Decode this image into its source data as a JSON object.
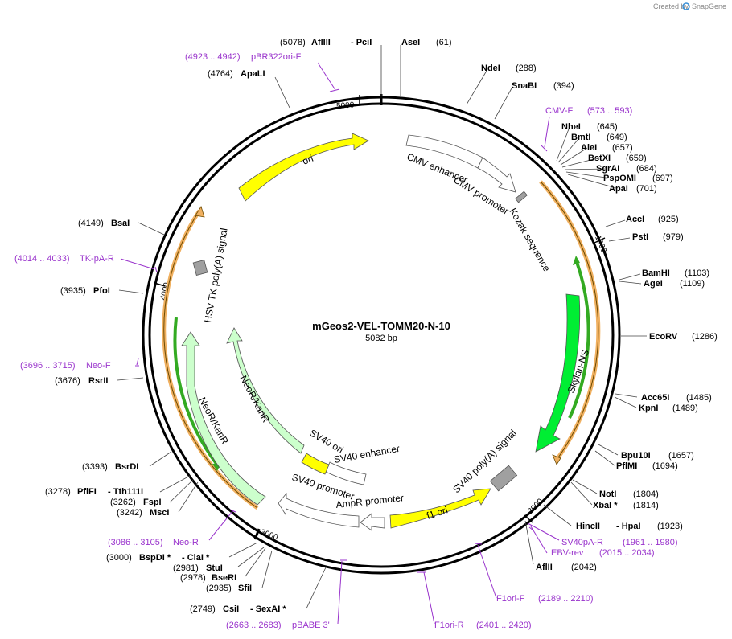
{
  "brand": {
    "prefix": "Created by",
    "name": "SnapGene"
  },
  "plasmid": {
    "name": "mGeos2-VEL-TOMM20-N-10",
    "size_label": "5082 bp"
  },
  "length": 5082,
  "ticks": [
    "1000",
    "2000",
    "3000",
    "4000",
    "5000"
  ],
  "colors": {
    "promoter": "#ffffff",
    "origin": "#ffff00",
    "cds_green": "#00ee33",
    "cds_light": "#ccffcc",
    "polya": "#a0a0a0",
    "orange": "#f0b060",
    "primer": "#9933cc"
  },
  "features": [
    {
      "name": "ori",
      "kind": "origin"
    },
    {
      "name": "CMV enhancer",
      "kind": "promoter"
    },
    {
      "name": "CMV promoter",
      "kind": "promoter"
    },
    {
      "name": "Kozak sequence",
      "kind": "polya"
    },
    {
      "name": "Skylan-NS",
      "kind": "cds_green"
    },
    {
      "name": "SV40 poly(A) signal",
      "kind": "polya"
    },
    {
      "name": "f1 ori",
      "kind": "origin"
    },
    {
      "name": "AmpR promoter",
      "kind": "promoter"
    },
    {
      "name": "SV40 promoter",
      "kind": "promoter"
    },
    {
      "name": "SV40 enhancer",
      "kind": "promoter"
    },
    {
      "name": "SV40 ori",
      "kind": "origin"
    },
    {
      "name": "NeoR/KanR",
      "kind": "cds_light"
    },
    {
      "name": "NeoR/KanR",
      "kind": "cds_light"
    },
    {
      "name": "HSV TK poly(A) signal",
      "kind": "polya"
    }
  ],
  "sites": [
    {
      "name": "AflIII",
      "pos": "(5078)",
      "extra": "- PciI"
    },
    {
      "name": "AseI",
      "pos": "(61)"
    },
    {
      "name": "NdeI",
      "pos": "(288)"
    },
    {
      "name": "SnaBI",
      "pos": "(394)"
    },
    {
      "name": "NheI",
      "pos": "(645)"
    },
    {
      "name": "BmtI",
      "pos": "(649)"
    },
    {
      "name": "AleI",
      "pos": "(657)"
    },
    {
      "name": "BstXI",
      "pos": "(659)"
    },
    {
      "name": "SgrAI",
      "pos": "(684)"
    },
    {
      "name": "PspOMI",
      "pos": "(697)"
    },
    {
      "name": "ApaI",
      "pos": "(701)"
    },
    {
      "name": "AccI",
      "pos": "(925)"
    },
    {
      "name": "PstI",
      "pos": "(979)"
    },
    {
      "name": "BamHI",
      "pos": "(1103)"
    },
    {
      "name": "AgeI",
      "pos": "(1109)"
    },
    {
      "name": "EcoRV",
      "pos": "(1286)"
    },
    {
      "name": "Acc65I",
      "pos": "(1485)"
    },
    {
      "name": "KpnI",
      "pos": "(1489)"
    },
    {
      "name": "Bpu10I",
      "pos": "(1657)"
    },
    {
      "name": "PflMI",
      "pos": "(1694)"
    },
    {
      "name": "NotI",
      "pos": "(1804)"
    },
    {
      "name": "XbaI *",
      "pos": "(1814)"
    },
    {
      "name": "HincII",
      "pos": "(1923)",
      "extra": "- HpaI"
    },
    {
      "name": "AflII",
      "pos": "(2042)"
    },
    {
      "name": "CsiI",
      "pos": "(2749)",
      "extra": "- SexAI *"
    },
    {
      "name": "SfiI",
      "pos": "(2935)"
    },
    {
      "name": "BseRI",
      "pos": "(2978)"
    },
    {
      "name": "StuI",
      "pos": "(2981)"
    },
    {
      "name": "BspDI *",
      "pos": "(3000)",
      "extra": "- ClaI *"
    },
    {
      "name": "MscI",
      "pos": "(3242)"
    },
    {
      "name": "FspI",
      "pos": "(3262)"
    },
    {
      "name": "PflFI",
      "pos": "(3278)",
      "extra": "- Tth111I"
    },
    {
      "name": "BsrDI",
      "pos": "(3393)"
    },
    {
      "name": "RsrII",
      "pos": "(3676)"
    },
    {
      "name": "PfoI",
      "pos": "(3935)"
    },
    {
      "name": "BsaI",
      "pos": "(4149)"
    },
    {
      "name": "ApaLI",
      "pos": "(4764)"
    }
  ],
  "primers": [
    {
      "name": "pBR322ori-F",
      "range": "(4923 .. 4942)"
    },
    {
      "name": "CMV-F",
      "range": "(573 .. 593)"
    },
    {
      "name": "SV40pA-R",
      "range": "(1961 .. 1980)"
    },
    {
      "name": "EBV-rev",
      "range": "(2015 .. 2034)"
    },
    {
      "name": "F1ori-F",
      "range": "(2189 .. 2210)"
    },
    {
      "name": "F1ori-R",
      "range": "(2401 .. 2420)"
    },
    {
      "name": "pBABE 3'",
      "range": "(2663 .. 2683)"
    },
    {
      "name": "Neo-R",
      "range": "(3086 .. 3105)"
    },
    {
      "name": "Neo-F",
      "range": "(3696 .. 3715)"
    },
    {
      "name": "TK-pA-R",
      "range": "(4014 .. 4033)"
    }
  ]
}
